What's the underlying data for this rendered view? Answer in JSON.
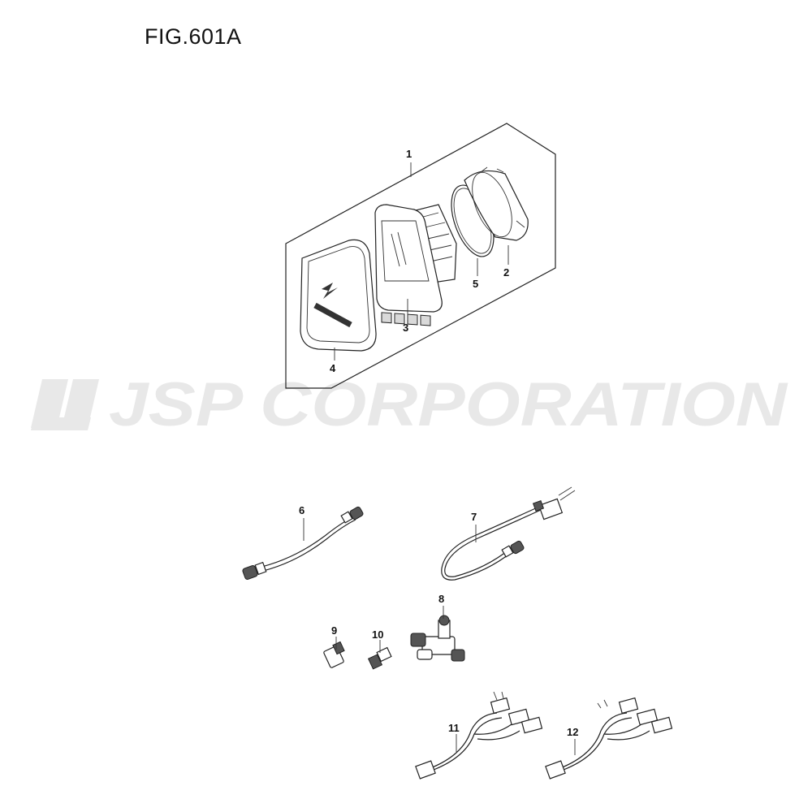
{
  "figure": {
    "title": "FIG.601A"
  },
  "watermark": {
    "text": "JSP CORPORATION"
  },
  "callouts": [
    {
      "id": "1",
      "label": "1"
    },
    {
      "id": "2",
      "label": "2"
    },
    {
      "id": "3",
      "label": "3"
    },
    {
      "id": "4",
      "label": "4"
    },
    {
      "id": "5",
      "label": "5"
    },
    {
      "id": "6",
      "label": "6"
    },
    {
      "id": "7",
      "label": "7"
    },
    {
      "id": "8",
      "label": "8"
    },
    {
      "id": "9",
      "label": "9"
    },
    {
      "id": "10",
      "label": "10"
    },
    {
      "id": "11",
      "label": "11"
    },
    {
      "id": "12",
      "label": "12"
    }
  ],
  "colors": {
    "line": "#222222",
    "watermark": "#e6e6e6"
  }
}
